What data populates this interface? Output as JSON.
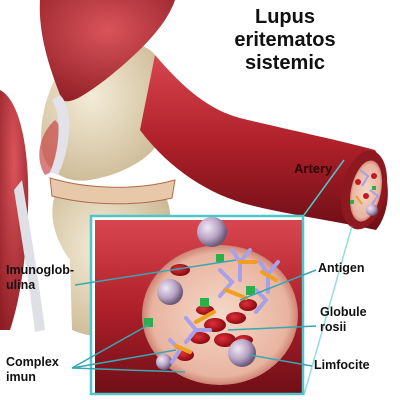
{
  "title": {
    "line1": "Lupus",
    "line2": "eritematos",
    "line3": "sistemic"
  },
  "labels": {
    "artery": "Artery",
    "immunoglobulin": {
      "line1": "Imunoglob-",
      "line2": "ulina"
    },
    "antigen": "Antigen",
    "red_cells": {
      "line1": "Globule",
      "line2": "rosii"
    },
    "immune_complex": {
      "line1": "Complex",
      "line2": "imun"
    },
    "lymphocytes": "Limfocite"
  },
  "colors": {
    "artery_red": "#b0202a",
    "inset_border": "#4fc6c8",
    "leader_line": "#3aa6b4",
    "bone": "#e9ddc2",
    "muscle": "#b8333a"
  }
}
